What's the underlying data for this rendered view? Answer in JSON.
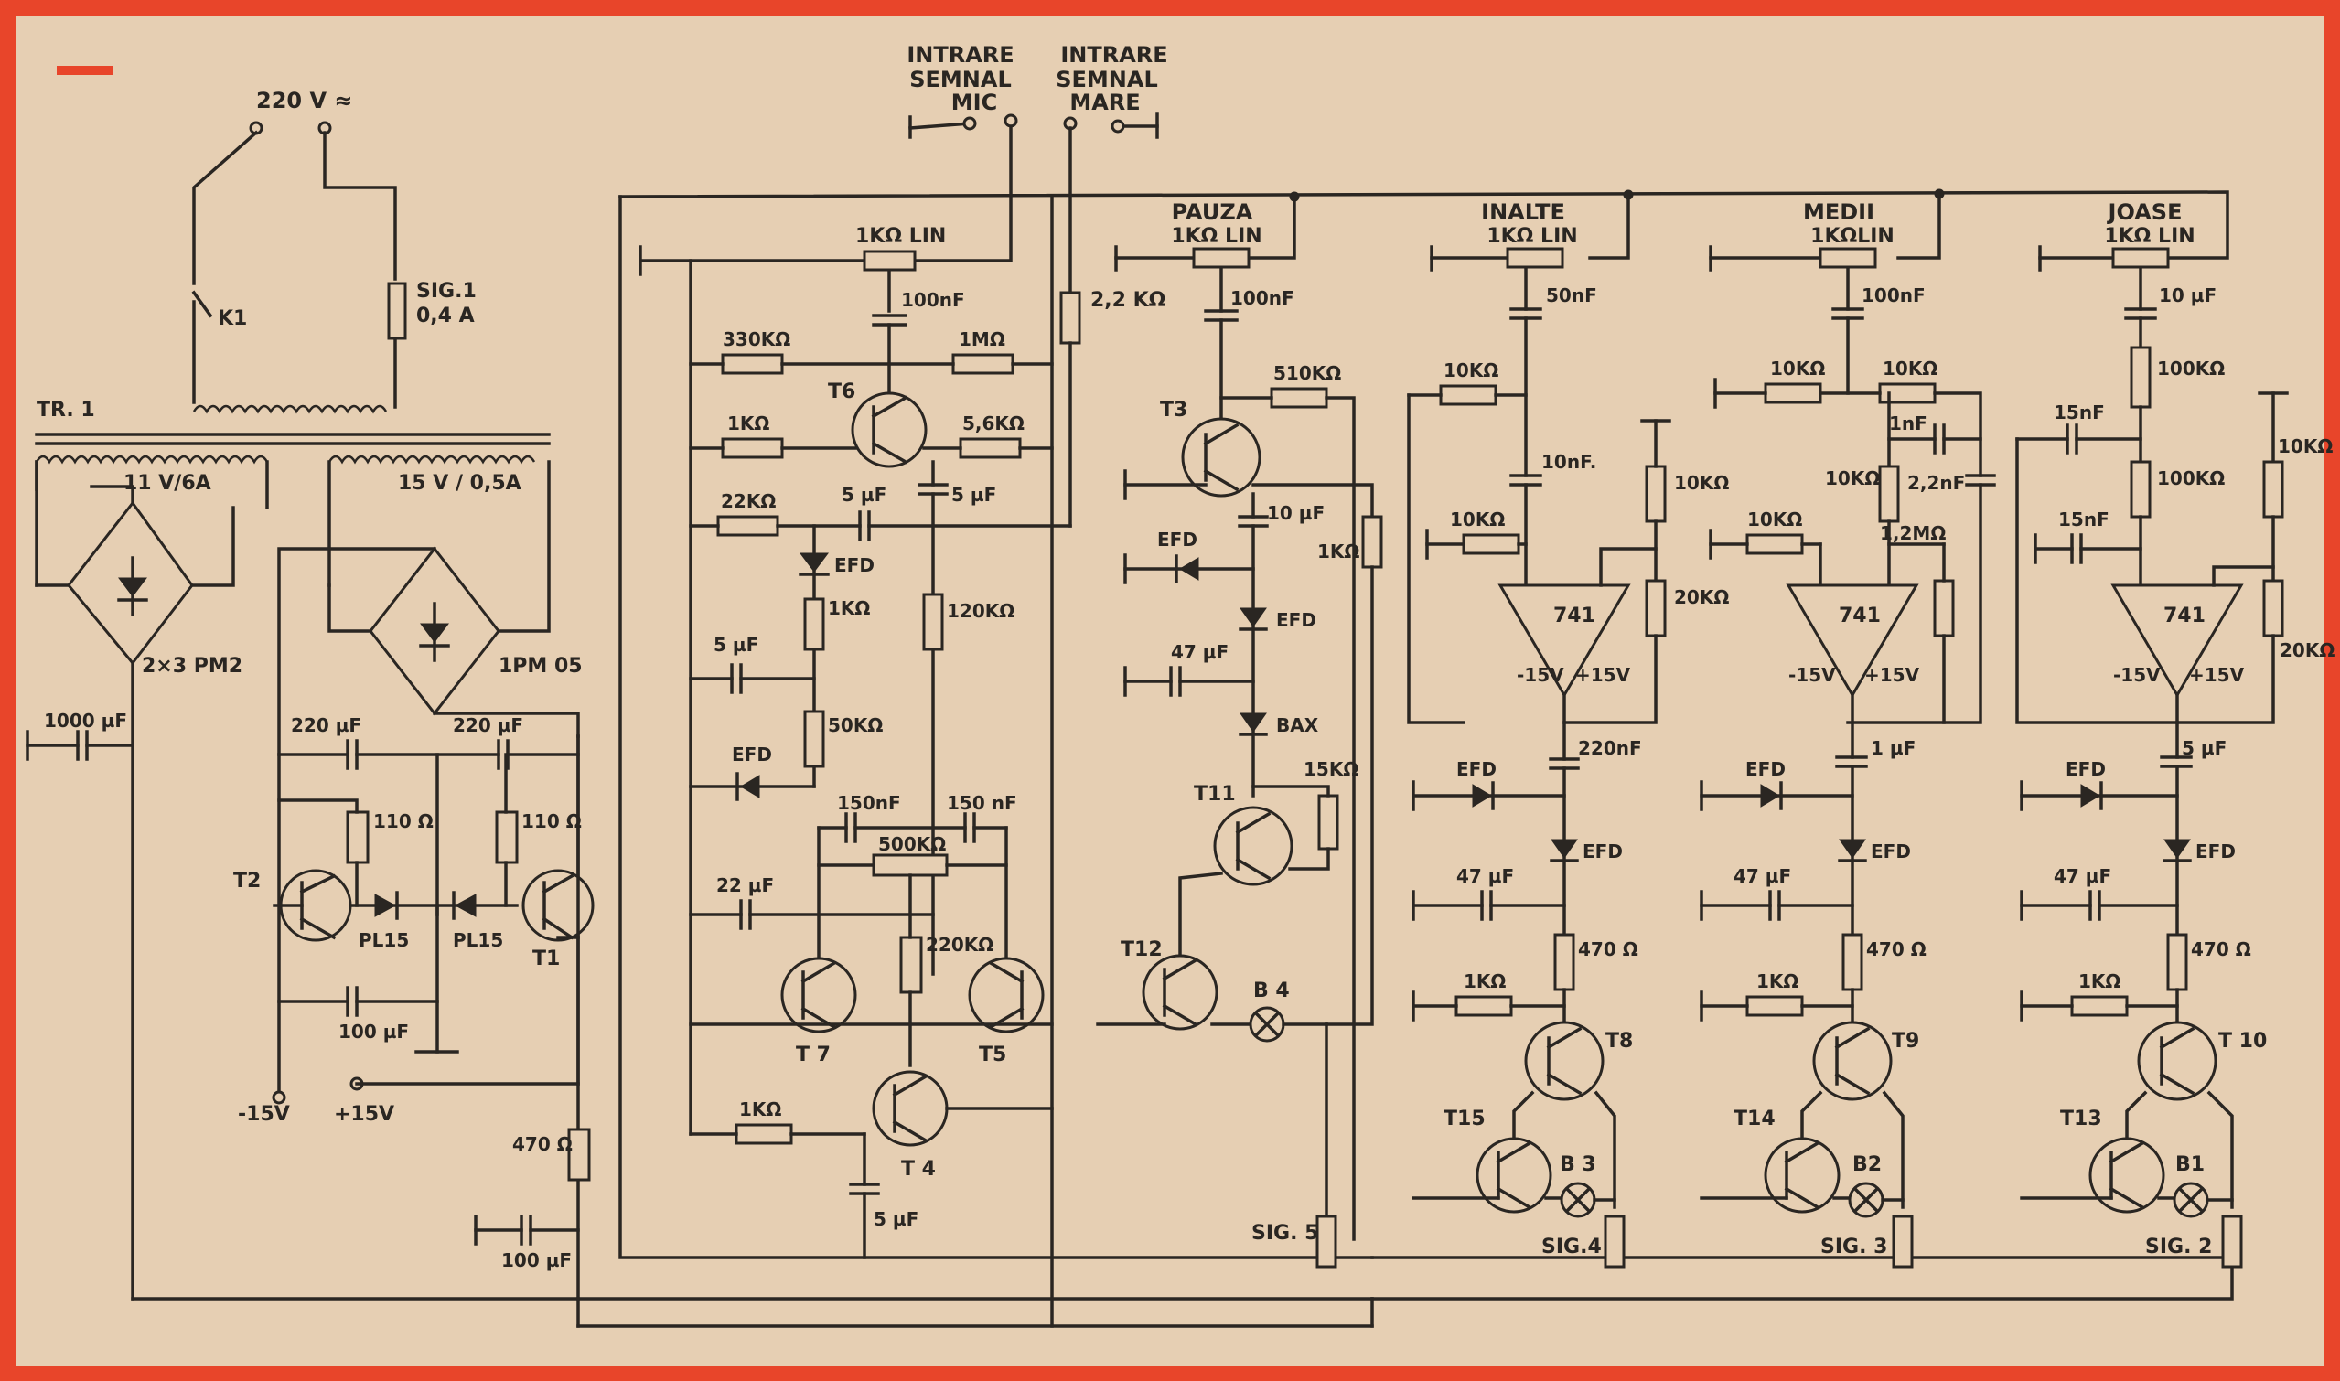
{
  "colors": {
    "paper": "#e6cfb3",
    "ink": "#2a2622",
    "border": "#e8452a"
  },
  "inputs": {
    "small_l1": "INTRARE",
    "small_l2": "SEMNAL",
    "small_l3": "MIC",
    "large_l1": "INTRARE",
    "large_l2": "SEMNAL",
    "large_l3": "MARE"
  },
  "power": {
    "mains": "220 V ≈",
    "switch": "K1",
    "fuse": "SIG.1",
    "fuse_rating": "0,4 A",
    "transformer": "TR. 1",
    "sec1": "11 V/6A",
    "sec2": "15 V / 0,5A",
    "bridge1": "2×3 PM2",
    "bridge2": "1PM 05",
    "c_main": "1000 µF",
    "c_a": "220 µF",
    "c_b": "220 µF",
    "r_t2": "110 Ω",
    "r_t1": "110 Ω",
    "t2": "T2",
    "t1": "T1",
    "d1": "PL15",
    "d2": "PL15",
    "c_100a": "100 µF",
    "neg": "-15V",
    "pos": "+15V",
    "r470": "470 Ω",
    "c_100b": "100 µF"
  },
  "osc": {
    "pot": "1KΩ LIN",
    "c_in": "100nF",
    "r330k": "330KΩ",
    "r1m": "1MΩ",
    "t6": "T6",
    "r1k": "1KΩ",
    "r5k6": "5,6KΩ",
    "r22k": "22KΩ",
    "c5a": "5 µF",
    "c5b": "5 µF",
    "r2k2": "2,2 KΩ",
    "efd1": "EFD",
    "r1k_b": "1KΩ",
    "r120k": "120KΩ",
    "c5c": "5 µF",
    "r50k": "50KΩ",
    "efd2": "EFD",
    "c150a": "150nF",
    "c150b": "150 nF",
    "p500k": "500KΩ",
    "c22": "22 µF",
    "r220k": "220KΩ",
    "t7": "T 7",
    "t5": "T5",
    "r1k_c": "1KΩ",
    "t4": "T 4",
    "c5d": "5 µF"
  },
  "pause": {
    "title": "PAUZA",
    "pot": "1KΩ LIN",
    "c_in": "100nF",
    "r510k": "510KΩ",
    "t3": "T3",
    "c10": "10 µF",
    "efd_a": "EFD",
    "efd_b": "EFD",
    "r1k": "1KΩ",
    "c47": "47 µF",
    "bax": "BAX",
    "r15k": "15KΩ",
    "t11": "T11",
    "t12": "T12",
    "lamp": "B 4",
    "fuse": "SIG. 5"
  },
  "channels": [
    {
      "title": "INALTE",
      "pot": "1KΩ LIN",
      "c_in": "50nF",
      "r_in": "10KΩ",
      "c_mid": "10nF.",
      "r_in2": "10KΩ",
      "r_fb": "10KΩ",
      "r_fb2": "20KΩ",
      "opamp": "741",
      "neg": "-15V",
      "pos": "+15V",
      "c_out": "220nF",
      "efd_a": "EFD",
      "efd_b": "EFD",
      "c47": "47 µF",
      "r470": "470 Ω",
      "r1k": "1KΩ",
      "t_a": "T8",
      "t_b": "T15",
      "lamp": "B 3",
      "fuse": "SIG.4"
    },
    {
      "title": "MEDII",
      "pot": "1KΩLIN",
      "c_in": "100nF",
      "r_a": "10KΩ",
      "r_b": "10KΩ",
      "c1n": "1nF",
      "r_c": "10KΩ",
      "c2n2": "2,2nF",
      "r_d": "10KΩ",
      "r_e": "1,2MΩ",
      "opamp": "741",
      "neg": "-15V",
      "pos": "+15V",
      "c_out": "1 µF",
      "efd_a": "EFD",
      "efd_b": "EFD",
      "c47": "47 µF",
      "r470": "470 Ω",
      "r1k": "1KΩ",
      "t_a": "T9",
      "t_b": "T14",
      "lamp": "B2",
      "fuse": "SIG. 3"
    },
    {
      "title": "JOASE",
      "pot": "1KΩ LIN",
      "c_in": "10 µF",
      "r_a": "100KΩ",
      "c_a": "15nF",
      "r_b": "100KΩ",
      "c_b": "15nF",
      "r_c": "10KΩ",
      "r_d": "20KΩ",
      "opamp": "741",
      "neg": "-15V",
      "pos": "+15V",
      "c_out": "5 µF",
      "efd_a": "EFD",
      "efd_b": "EFD",
      "c47": "47 µF",
      "r470": "470 Ω",
      "r1k": "1KΩ",
      "t_a": "T 10",
      "t_b": "T13",
      "lamp": "B1",
      "fuse": "SIG. 2"
    }
  ]
}
